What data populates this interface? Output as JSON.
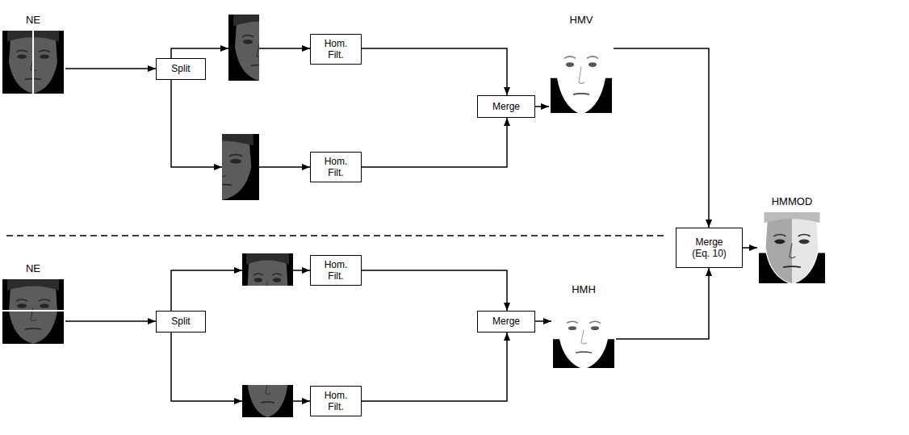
{
  "diagram": {
    "nodes": [
      {
        "text": [
          "NE"
        ]
      },
      {
        "text": [
          "Split"
        ]
      },
      {
        "text": [
          "Hom. Filt."
        ]
      },
      {
        "text": [
          "Merge"
        ]
      },
      {
        "text": [
          "HMV"
        ]
      },
      {
        "text": [
          "Hom. Filt."
        ]
      },
      {
        "text": [
          "Merge (Eq. 10)"
        ]
      },
      {
        "text": [
          "HMMOD"
        ]
      },
      {
        "text": [
          "NE"
        ]
      },
      {
        "text": [
          "Split"
        ]
      },
      {
        "text": [
          "Hom. Filt."
        ]
      },
      {
        "text": [
          "Merge"
        ]
      },
      {
        "text": [
          "HMH"
        ]
      },
      {
        "text": [
          "Hom. Filt."
        ]
      }
    ],
    "edges": [
      {
        "from": 0,
        "to": 1,
        "arrow": "to"
      },
      {
        "from": 1,
        "to": 2,
        "arrow": "to"
      },
      {
        "from": 1,
        "to": 5,
        "arrow": "to"
      },
      {
        "from": 2,
        "to": 3,
        "arrow": "to"
      },
      {
        "from": 5,
        "to": 3,
        "arrow": "to"
      },
      {
        "from": 3,
        "to": 4,
        "arrow": "to"
      },
      {
        "from": 4,
        "to": 6,
        "arrow": "to"
      },
      {
        "from": 6,
        "to": 7,
        "arrow": "to"
      },
      {
        "from": 8,
        "to": 9,
        "arrow": "to"
      },
      {
        "from": 9,
        "to": 10,
        "arrow": "to"
      },
      {
        "from": 9,
        "to": 13,
        "arrow": "to"
      },
      {
        "from": 10,
        "to": 11,
        "arrow": "to"
      },
      {
        "from": 13,
        "to": 11,
        "arrow": "to"
      },
      {
        "from": 11,
        "to": 12,
        "arrow": "to"
      },
      {
        "from": 12,
        "to": 6,
        "arrow": "to"
      }
    ]
  }
}
